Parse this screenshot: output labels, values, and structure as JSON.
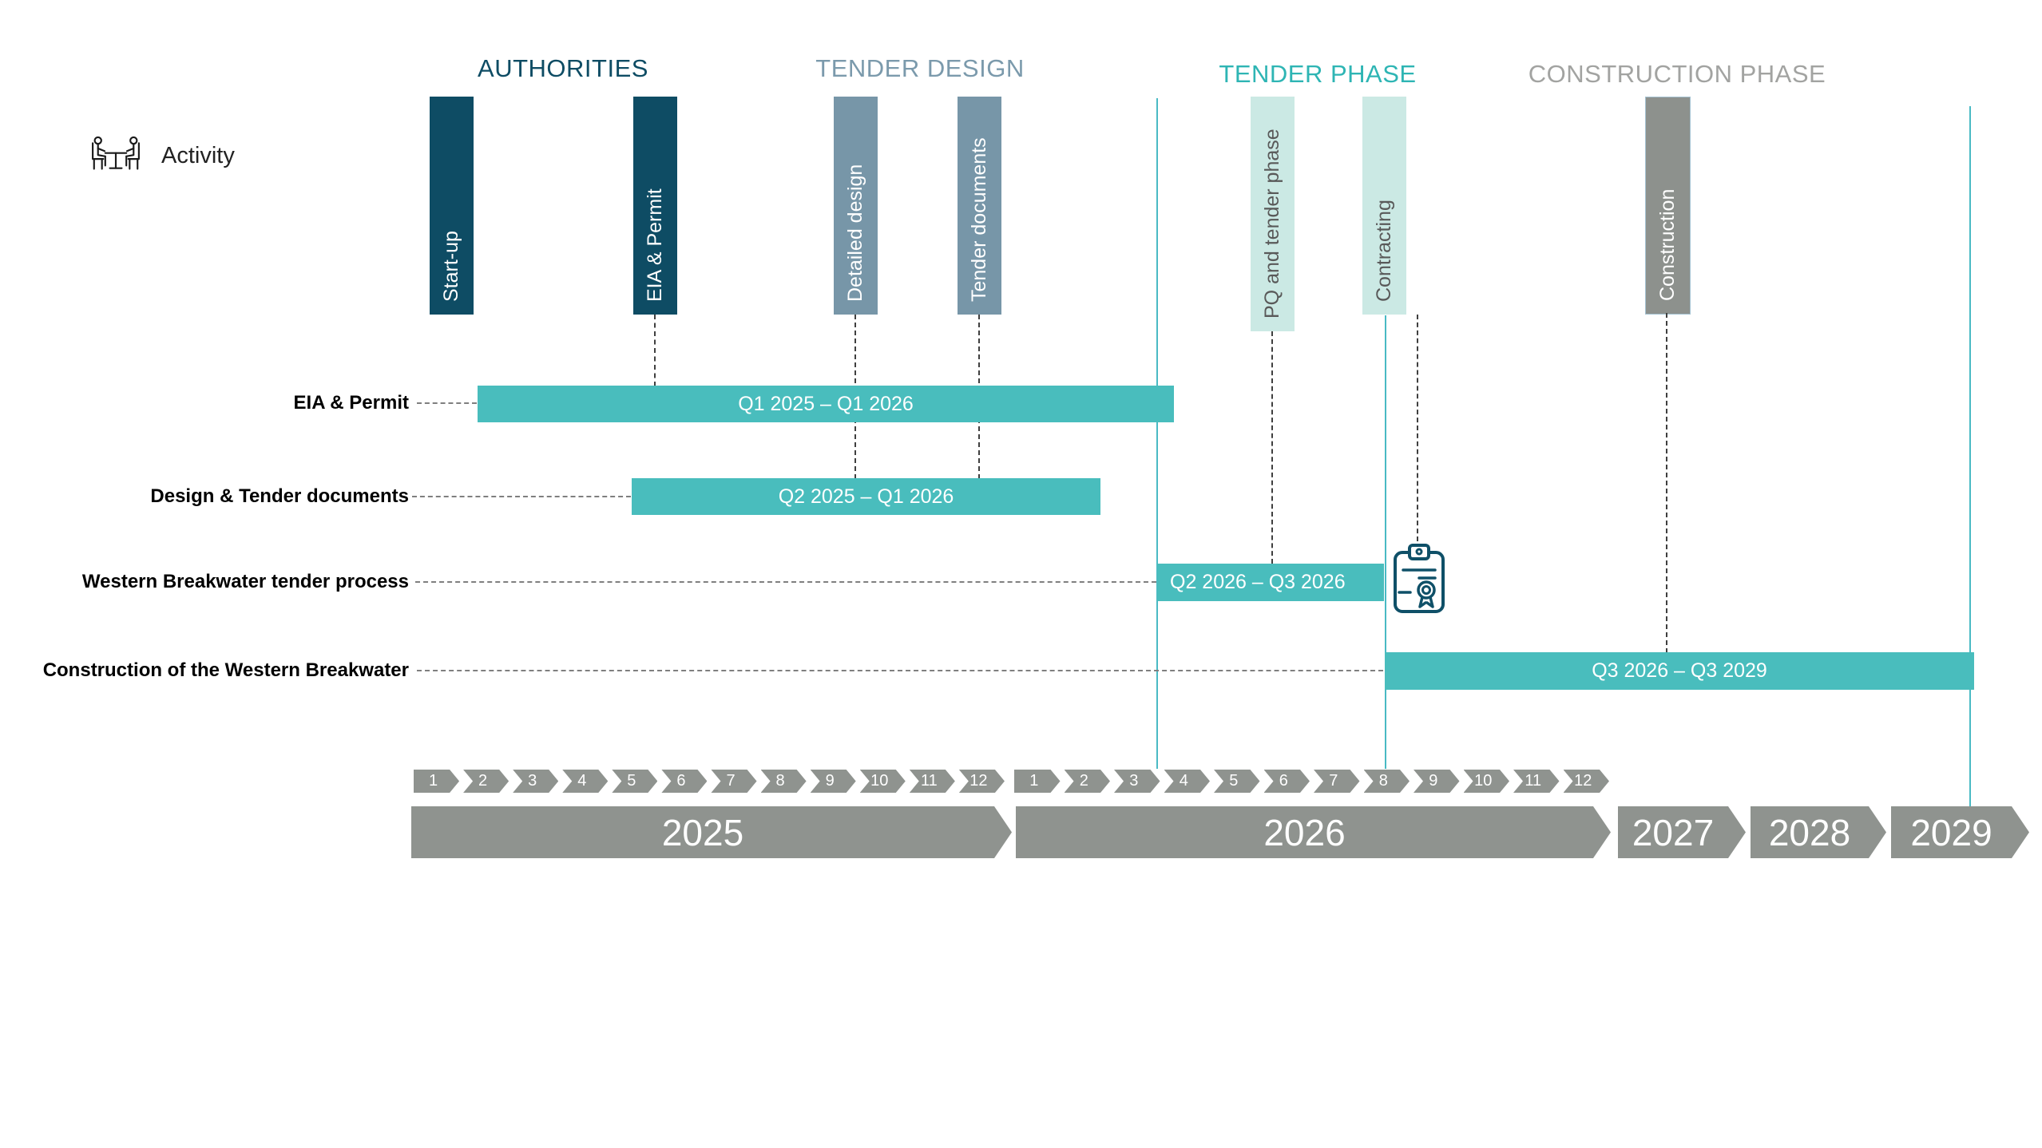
{
  "legend": {
    "activity_label": "Activity"
  },
  "phase_headers": [
    {
      "label": "AUTHORITIES",
      "color": "#0e4c64"
    },
    {
      "label": "TENDER DESIGN",
      "color": "#7b9aac"
    },
    {
      "label": "TENDER PHASE",
      "color": "#2eb5b4"
    },
    {
      "label": "CONSTRUCTION PHASE",
      "color": "#a2a3a1"
    }
  ],
  "columns": [
    {
      "label": "Start-up",
      "phase": "AUTHORITIES",
      "color": "#0e4c64"
    },
    {
      "label": "EIA & Permit",
      "phase": "AUTHORITIES",
      "color": "#0e4c64"
    },
    {
      "label": "Detailed design",
      "phase": "TENDER DESIGN",
      "color": "#7796a8"
    },
    {
      "label": "Tender documents",
      "phase": "TENDER DESIGN",
      "color": "#7796a8"
    },
    {
      "label": "PQ and tender phase",
      "phase": "TENDER PHASE",
      "color": "#cbe9e4"
    },
    {
      "label": "Contracting",
      "phase": "TENDER PHASE",
      "color": "#cbe9e4"
    },
    {
      "label": "Construction",
      "phase": "CONSTRUCTION PHASE",
      "color": "#8d918d"
    }
  ],
  "rows": [
    {
      "label": "EIA & Permit",
      "range": "Q1 2025 – Q1 2026"
    },
    {
      "label": "Design & Tender documents",
      "range": "Q2 2025 – Q1 2026"
    },
    {
      "label": "Western Breakwater tender process",
      "range": "Q2 2026 – Q3 2026"
    },
    {
      "label": "Construction of the Western Breakwater",
      "range": "Q3 2026 – Q3 2029"
    }
  ],
  "timeline": {
    "months_2025": [
      "1",
      "2",
      "3",
      "4",
      "5",
      "6",
      "7",
      "8",
      "9",
      "10",
      "11",
      "12"
    ],
    "months_2026": [
      "1",
      "2",
      "3",
      "4",
      "5",
      "6",
      "7",
      "8",
      "9",
      "10",
      "11",
      "12"
    ],
    "years": [
      "2025",
      "2026",
      "2027",
      "2028",
      "2029"
    ]
  },
  "icons": {
    "activity": "two-people-meeting-icon",
    "milestone": "contract-certificate-icon"
  },
  "colors": {
    "dark_teal": "#0e4c64",
    "slate_blue": "#7796a8",
    "teal_accent": "#2eb5b4",
    "mint": "#cbe9e4",
    "gantt_bar_teal": "#49bdbd",
    "band_gray": "#8f938f",
    "guide_line_teal": "#49bac4"
  }
}
